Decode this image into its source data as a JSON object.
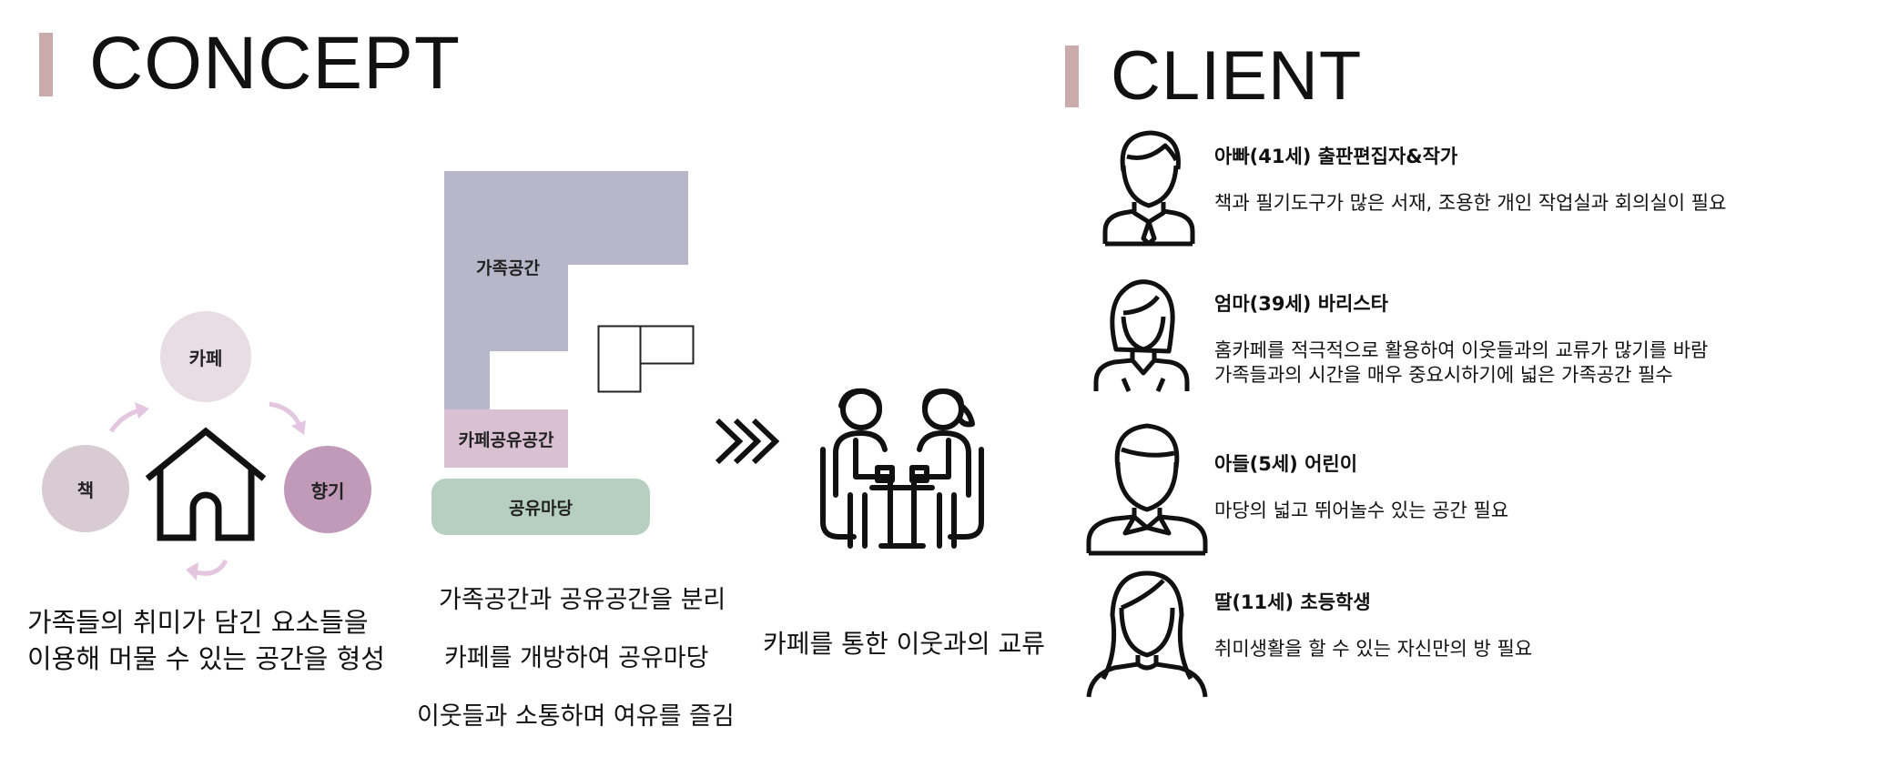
{
  "concept": {
    "heading": "CONCEPT",
    "bubbles": {
      "cafe": "카페",
      "book": "책",
      "scent": "향기"
    },
    "caption_lines": [
      "가족들의 취미가 담긴 요소들을",
      "이용해 머물 수 있는 공간을 형성"
    ]
  },
  "plan": {
    "family_space": "가족공간",
    "cafe_shared_space": "카페공유공간",
    "shared_yard": "공유마당",
    "lines": [
      "가족공간과 공유공간을 분리",
      "카페를 개방하여 공유마당",
      "이웃들과 소통하며 여유를 즐김"
    ]
  },
  "exchange": {
    "caption": "카페를 통한 이웃과의 교류"
  },
  "client": {
    "heading": "CLIENT",
    "members": [
      {
        "icon": "father-icon",
        "title": "아빠(41세) 출판편집자&작가",
        "desc": [
          " 책과 필기도구가 많은 서재, 조용한 개인 작업실과 회의실이 필요"
        ]
      },
      {
        "icon": "mother-icon",
        "title": "엄마(39세) 바리스타",
        "desc": [
          "홈카페를 적극적으로 활용하여 이웃들과의 교류가 많기를 바람",
          "가족들과의 시간을 매우 중요시하기에 넓은 가족공간 필수"
        ]
      },
      {
        "icon": "son-icon",
        "title": "아들(5세) 어린이",
        "desc": [
          "마당의 넓고 뛰어놀수 있는 공간 필요"
        ]
      },
      {
        "icon": "daughter-icon",
        "title": "딸(11세) 초등학생",
        "desc": [
          "취미생활을 할 수 있는 자신만의 방 필요"
        ]
      }
    ]
  },
  "colors": {
    "accent_bar": "#c9abac",
    "bubble_cafe": "#e8dde3",
    "bubble_book": "#d8cbd2",
    "bubble_scent": "#c09ab8",
    "family_space": "#b8b6c9",
    "cafe_shared": "#d9c0d3",
    "shared_yard": "#b7cfc0",
    "arrow_pink": "#e4c6e0"
  }
}
